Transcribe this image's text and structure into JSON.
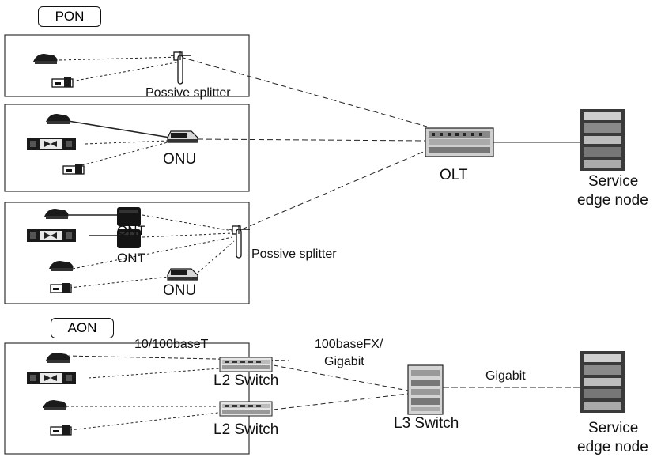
{
  "sections": {
    "pon_tag": "PON",
    "aon_tag": "AON"
  },
  "labels": {
    "splitter_top": "Possive splitter",
    "onu_top": "ONU",
    "olt": "OLT",
    "service_top_1": "Service",
    "service_top_2": "edge node",
    "ont_1": "ONT",
    "ont_2": "ONT",
    "splitter_bottom": "Possive splitter",
    "onu_bottom": "ONU",
    "link_10_100": "10/100baseT",
    "link_100fx_1": "100baseFX/",
    "link_100fx_2": "Gigabit",
    "link_gigabit": "Gigabit",
    "l2_switch_1": "L2 Switch",
    "l2_switch_2": "L2 Switch",
    "l3_switch": "L3 Switch",
    "service_bottom_1": "Service",
    "service_bottom_2": "edge node"
  },
  "icons": {
    "phone": "telephone-icon",
    "computer": "desktop-computer-icon",
    "tv": "set-top-box-icon",
    "splitter": "passive-splitter-icon",
    "onu": "onu-device-icon",
    "ont": "ont-device-icon",
    "olt": "olt-rack-icon",
    "server": "service-edge-node-icon",
    "switch": "switch-icon"
  },
  "colors": {
    "line": "#222222",
    "device_dark": "#1a1a1a",
    "device_light": "#cfcfcf"
  }
}
